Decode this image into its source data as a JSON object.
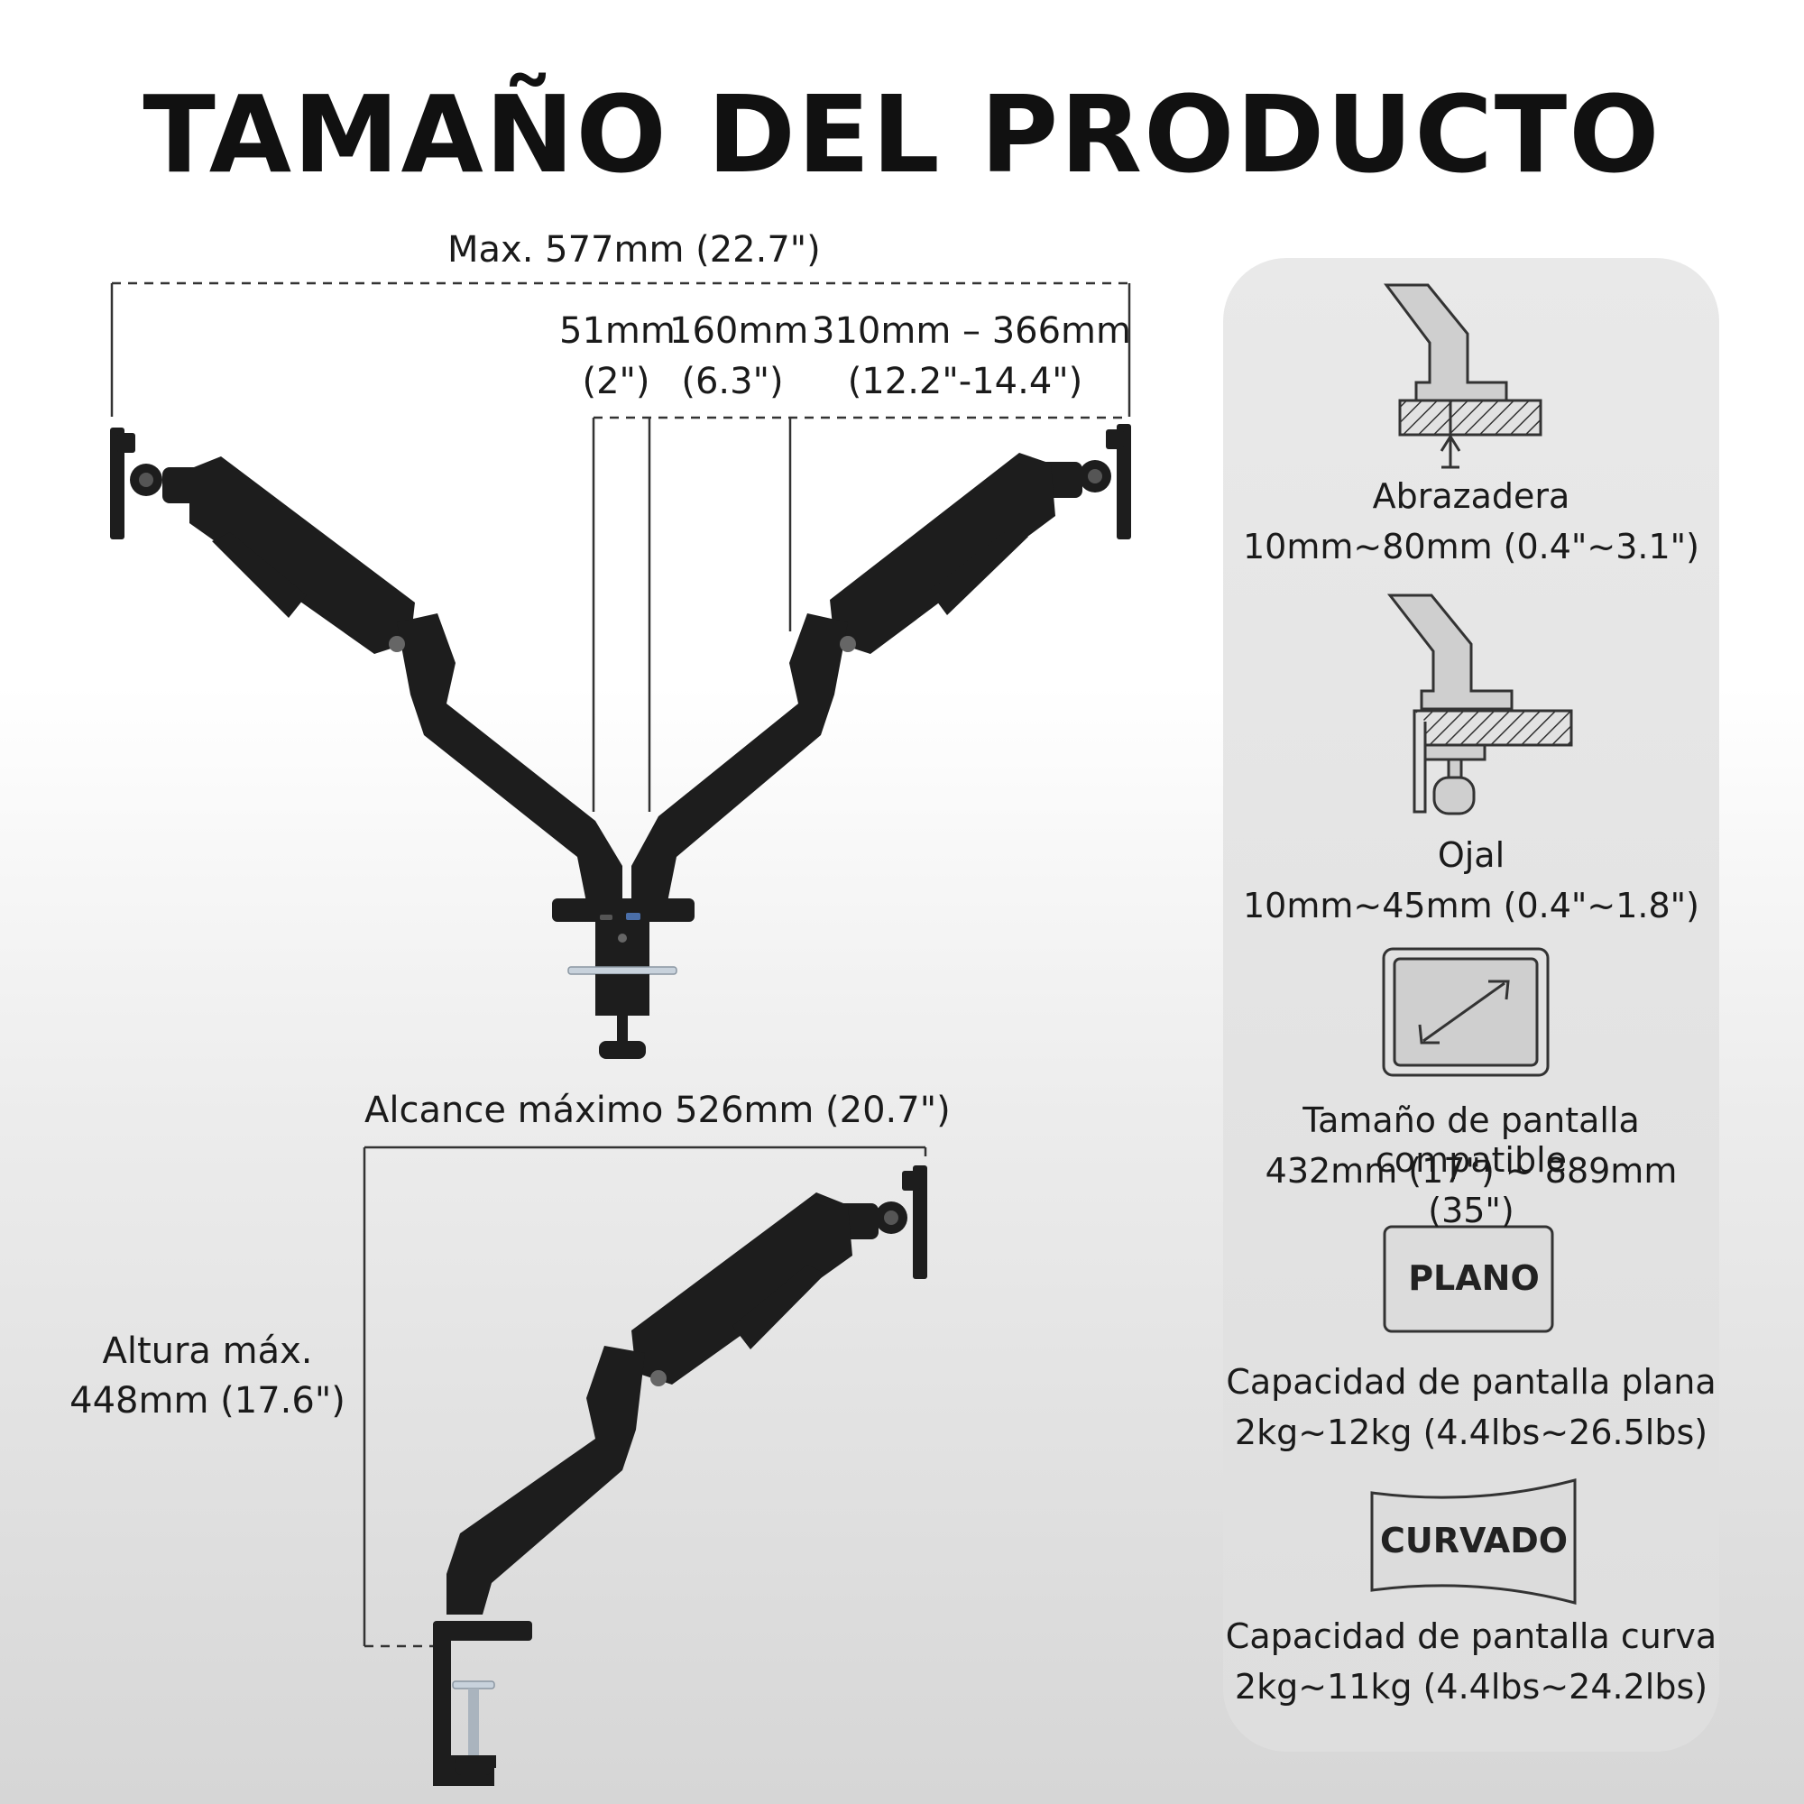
{
  "title": "TAMAÑO DEL PRODUCTO",
  "dual_view": {
    "max_width": "Max. 577mm (22.7\")",
    "gap1_mm": "51mm",
    "gap1_in": "(2\")",
    "gap2_mm": "160mm",
    "gap2_in": "(6.3\")",
    "arm_mm": "310mm – 366mm",
    "arm_in": "(12.2\"-14.4\")"
  },
  "single_view": {
    "reach": "Alcance máximo 526mm (20.7\")",
    "height_line1": "Altura máx.",
    "height_line2": "448mm (17.6\")"
  },
  "specs": {
    "clamp_name": "Abrazadera",
    "clamp_range": "10mm~80mm (0.4\"~3.1\")",
    "grommet_name": "Ojal",
    "grommet_range": "10mm~45mm (0.4\"~1.8\")",
    "screen_size_name": "Tamaño de pantalla compatible",
    "screen_size_range": "432mm (17\") ~ 889mm (35\")",
    "flat_badge": "PLANO",
    "flat_name": "Capacidad de pantalla plana",
    "flat_range": "2kg~12kg (4.4lbs~26.5lbs)",
    "curved_badge": "CURVADO",
    "curved_name": "Capacidad de pantalla curva",
    "curved_range": "2kg~11kg (4.4lbs~24.2lbs)"
  },
  "colors": {
    "arm": "#1d1d1d",
    "panel": "#e4e4e4",
    "icon_fill": "#cfcfcf"
  },
  "icons": [
    "clamp-icon",
    "grommet-icon",
    "screen-size-icon",
    "flat-screen-icon",
    "curved-screen-icon"
  ]
}
